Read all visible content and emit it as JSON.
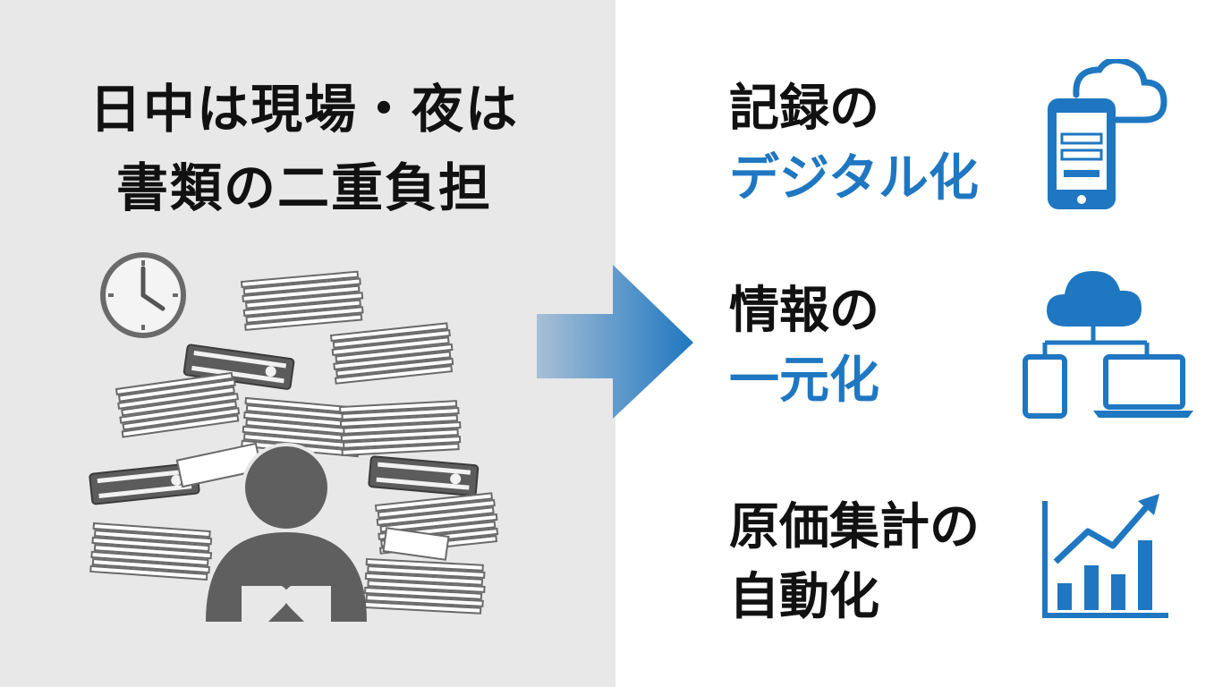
{
  "problem": {
    "title_line1": "日中は現場・夜は",
    "title_line2": "書類の二重負担"
  },
  "solutions": [
    {
      "line1": "記録の",
      "line2": "デジタル化",
      "icon": "smartphone-cloud-icon"
    },
    {
      "line1": "情報の",
      "line2": "一元化",
      "icon": "cloud-network-icon"
    },
    {
      "line1": "原価集計の",
      "line2": "自動化",
      "icon": "bar-chart-growth-icon"
    }
  ],
  "colors": {
    "left_background": "#e8e8e8",
    "right_background": "#ffffff",
    "text_dark": "#111111",
    "accent_blue": "#1f77c1",
    "illustration_gray": "#5f5f5f"
  }
}
